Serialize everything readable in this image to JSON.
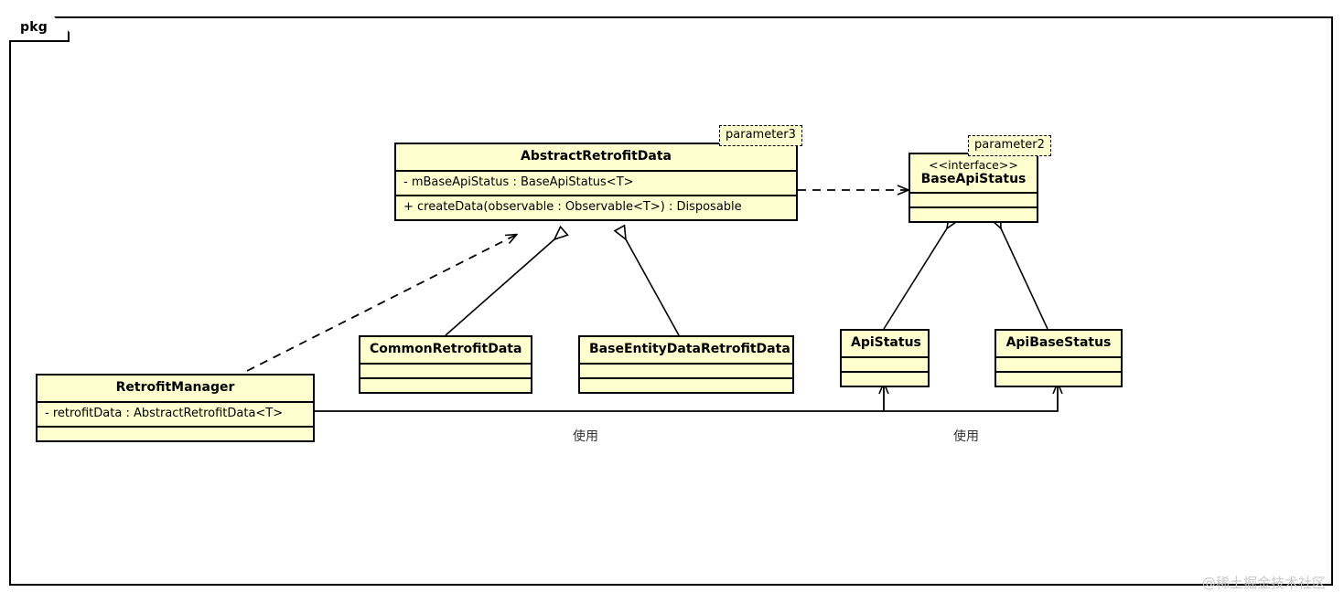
{
  "diagram": {
    "type": "uml-class-diagram",
    "frame_label": "pkg",
    "watermark": "@稀土掘金技术社区",
    "colors": {
      "class_fill": "#FEFECE",
      "border": "#000000",
      "background": "#FFFFFF",
      "watermark": "#C9C9C9"
    }
  },
  "classes": {
    "abstract_retrofit_data": {
      "name": "AbstractRetrofitData",
      "attributes": [
        "- mBaseApiStatus : BaseApiStatus<T>"
      ],
      "methods": [
        "+ createData(observable : Observable<T>) : Disposable"
      ]
    },
    "base_api_status": {
      "stereotype": "<<interface>>",
      "name": "BaseApiStatus",
      "attributes": [],
      "methods": []
    },
    "common_retrofit_data": {
      "name": "CommonRetrofitData",
      "attributes": [],
      "methods": []
    },
    "base_entity_data_retrofit_data": {
      "name": "BaseEntityDataRetrofitData",
      "attributes": [],
      "methods": []
    },
    "api_status": {
      "name": "ApiStatus",
      "attributes": [],
      "methods": []
    },
    "api_base_status": {
      "name": "ApiBaseStatus",
      "attributes": [],
      "methods": []
    },
    "retrofit_manager": {
      "name": "RetrofitManager",
      "attributes": [
        "- retrofitData : AbstractRetrofitData<T>"
      ],
      "methods": []
    }
  },
  "notes": {
    "parameter3": "parameter3",
    "parameter2": "parameter2"
  },
  "edge_labels": {
    "usage_left": "使用",
    "usage_right": "使用"
  },
  "relationships": [
    {
      "from": "CommonRetrofitData",
      "to": "AbstractRetrofitData",
      "kind": "generalization"
    },
    {
      "from": "BaseEntityDataRetrofitData",
      "to": "AbstractRetrofitData",
      "kind": "generalization"
    },
    {
      "from": "ApiStatus",
      "to": "BaseApiStatus",
      "kind": "generalization"
    },
    {
      "from": "ApiBaseStatus",
      "to": "BaseApiStatus",
      "kind": "generalization"
    },
    {
      "from": "AbstractRetrofitData",
      "to": "BaseApiStatus",
      "kind": "dependency"
    },
    {
      "from": "RetrofitManager",
      "to": "AbstractRetrofitData",
      "kind": "dependency"
    },
    {
      "from": "RetrofitManager",
      "to": "ApiStatus",
      "kind": "usage",
      "label": "使用"
    },
    {
      "from": "RetrofitManager",
      "to": "ApiBaseStatus",
      "kind": "usage",
      "label": "使用"
    }
  ]
}
